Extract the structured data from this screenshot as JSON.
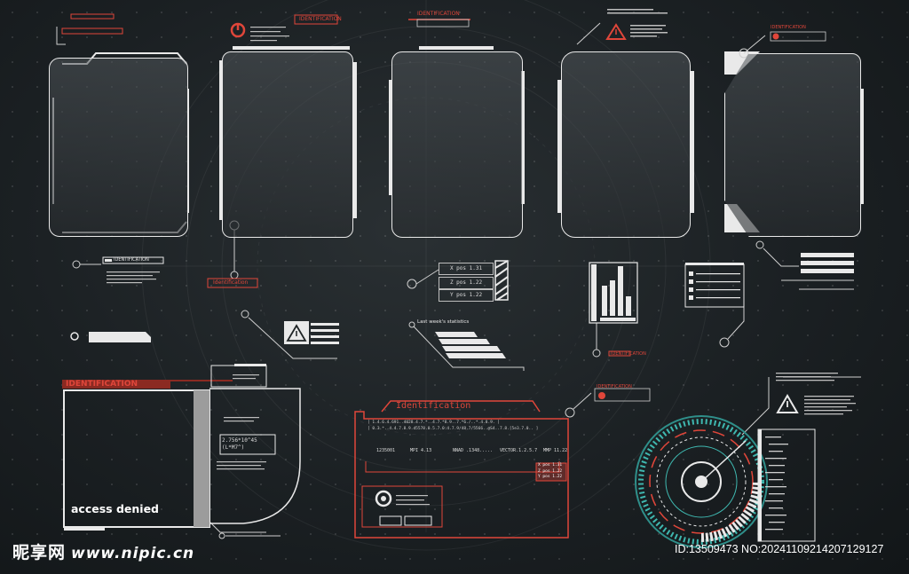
{
  "labels": {
    "identification_upper": "IDENTIFICATION",
    "identification_small": "Identification",
    "identification_title": "Identification",
    "access_denied": "access denied"
  },
  "coords": {
    "x_pos": "X pos 1.31",
    "z_pos": "Z pos 1.22",
    "y_pos": "Y pos 1.22"
  },
  "stats": {
    "title": "Last week's statistics"
  },
  "readout": {
    "value": "2.756*10^45",
    "unit": "(L*M7^)"
  },
  "console": {
    "code_line": "[ 1.4.6.4.691..4028.4.7.*..4.7.*8.9..7.*6./..*.4.8.9. ]",
    "code_line2": "[ 0.3.*..4.4.7.8.9.d5578.0.5.7.0:4.7.9/48.7/5566..@S4..7.8.[5e3.7.0.. ]",
    "columns": [
      "1235001",
      "MPI 4.13",
      "NNAD .1348.....",
      "VECTOR.1.2.5.7",
      "MMP 11.22"
    ],
    "pos_list": [
      "X pos 1.31",
      "Z pos 1.22",
      "Y pos 1.22"
    ]
  },
  "watermark": {
    "site_cn": "昵享网",
    "site_url": "www.nipic.cn",
    "id_text": "ID:13509473 NO:20241109214207129127"
  },
  "colors": {
    "accent_red": "#e0463a",
    "frame_white": "#e9e9e9",
    "teal": "#3fb8b0"
  },
  "icons": [
    "warning-icon",
    "power-icon",
    "target-icon",
    "fingerprint-icon"
  ]
}
